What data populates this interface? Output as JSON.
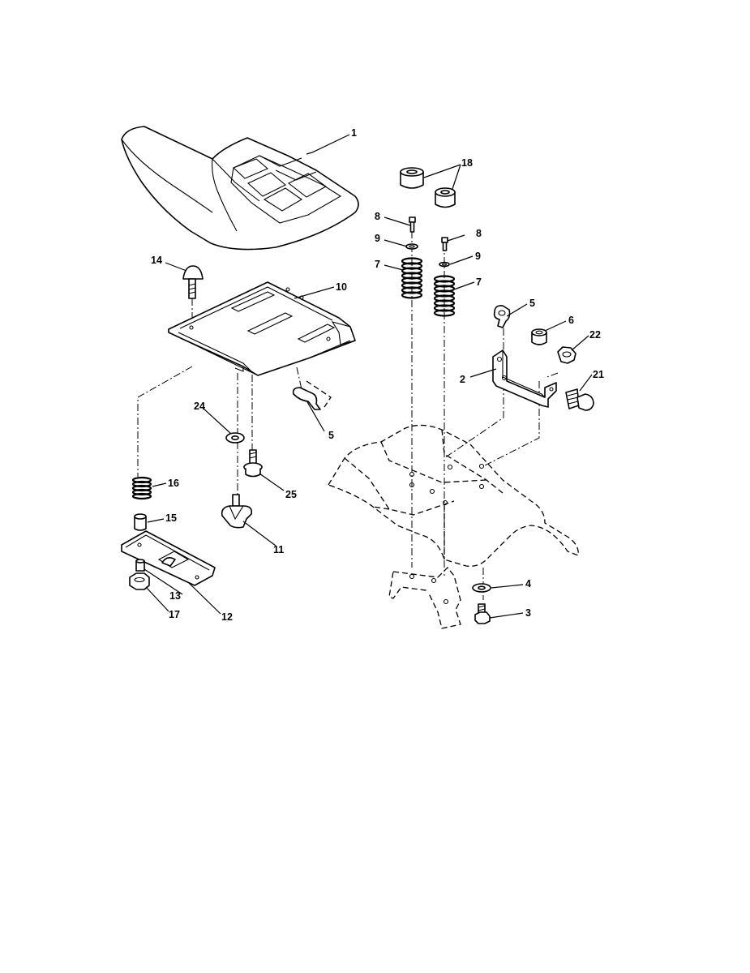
{
  "callouts": {
    "c1": "1",
    "c2": "2",
    "c3": "3",
    "c4": "4",
    "c5a": "5",
    "c5b": "5",
    "c6": "6",
    "c7a": "7",
    "c7b": "7",
    "c8a": "8",
    "c8b": "8",
    "c9a": "9",
    "c9b": "9",
    "c10": "10",
    "c11": "11",
    "c12": "12",
    "c13": "13",
    "c14": "14",
    "c15": "15",
    "c16": "16",
    "c17": "17",
    "c18": "18",
    "c21": "21",
    "c22": "22",
    "c24": "24",
    "c25": "25"
  }
}
